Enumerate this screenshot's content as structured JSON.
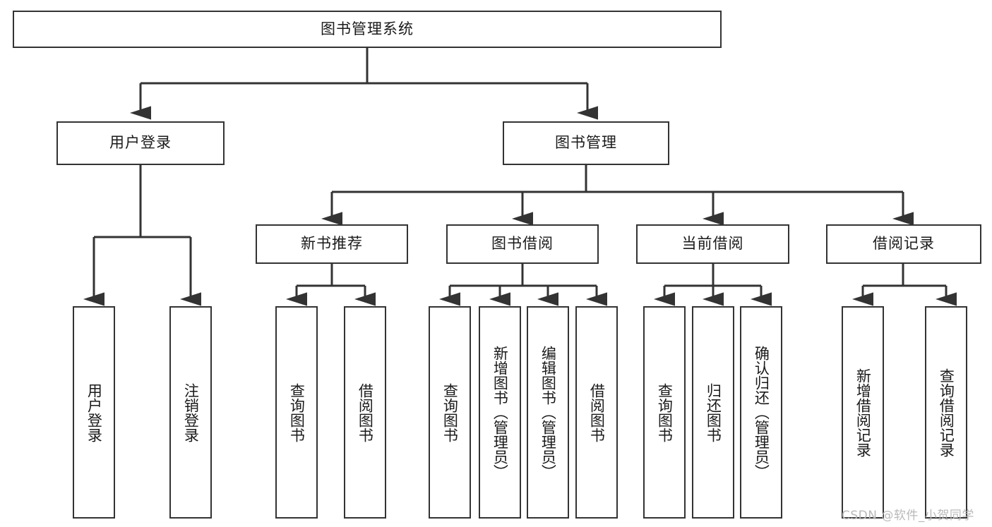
{
  "diagram": {
    "title": "图书管理系统",
    "type": "功能结构图",
    "root": {
      "label": "图书管理系统"
    },
    "level2": [
      {
        "label": "用户登录"
      },
      {
        "label": "图书管理"
      }
    ],
    "level3": [
      {
        "label": "新书推荐"
      },
      {
        "label": "图书借阅"
      },
      {
        "label": "当前借阅"
      },
      {
        "label": "借阅记录"
      }
    ],
    "leaves": {
      "user_login": [
        {
          "label": "用户登录"
        },
        {
          "label": "注销登录"
        }
      ],
      "new_book_recommend": [
        {
          "label": "查询图书"
        },
        {
          "label": "借阅图书"
        }
      ],
      "book_borrow": [
        {
          "label": "查询图书"
        },
        {
          "label": "新增图书（管理员）"
        },
        {
          "label": "编辑图书（管理员）"
        },
        {
          "label": "借阅图书"
        }
      ],
      "current_borrow": [
        {
          "label": "查询图书"
        },
        {
          "label": "归还图书"
        },
        {
          "label": "确认归还（管理员）"
        }
      ],
      "borrow_record": [
        {
          "label": "新增借阅记录"
        },
        {
          "label": "查询借阅记录"
        }
      ]
    }
  },
  "watermark": {
    "text": "CSDN @软件_小贺同学"
  },
  "colors": {
    "border": "#333333",
    "background": "#ffffff",
    "text": "#1a1a1a",
    "watermark": "#b9b9b9"
  }
}
